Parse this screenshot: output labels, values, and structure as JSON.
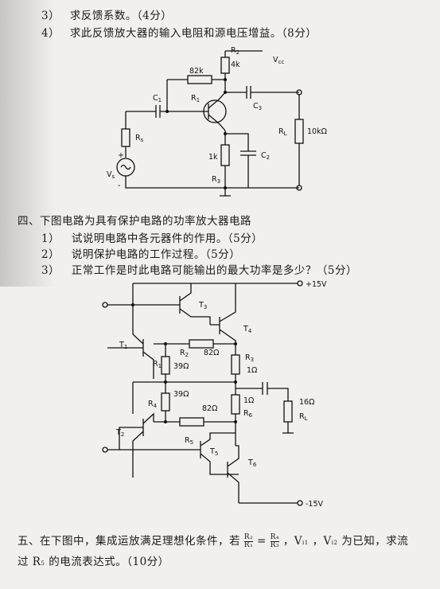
{
  "q4_header": {
    "item3": "3）",
    "item3_text": "求反馈系数。（4分）",
    "item4": "4）",
    "item4_text": "求此反馈放大器的输入电阻和源电压增益。（8分）"
  },
  "circuit1": {
    "R2": "R",
    "R2_sub": "2",
    "R2_val": "4k",
    "Vcc": "V",
    "Vcc_sub": "cc",
    "Rb": "82k",
    "C1": "C",
    "C1_sub": "1",
    "R1": "R",
    "R1_sub": "1",
    "C3": "C",
    "C3_sub": "3",
    "Rs": "R",
    "Rs_sub": "s",
    "RL": "R",
    "RL_sub": "L",
    "RL_val": "10kΩ",
    "plus": "+",
    "Vs": "V",
    "Vs_sub": "s",
    "minus": "-",
    "Re": "1k",
    "C2": "C",
    "C2_sub": "2",
    "R3": "R",
    "R3_sub": "3"
  },
  "q5_section": {
    "title": "四、下图电路为具有保护电路的功率放大器电路",
    "item1_no": "1）",
    "item1": "试说明电路中各元器件的作用。（5分）",
    "item2_no": "2）",
    "item2": "说明保护电路的工作过程。（5分）",
    "item3_no": "3）",
    "item3": "正常工作是时此电路可能输出的最大功率是多少？（5分）"
  },
  "circuit2": {
    "vpos": "+15V",
    "vneg": "-15V",
    "T1": "T",
    "T1_sub": "1",
    "T2": "T",
    "T2_sub": "2",
    "T3": "T",
    "T3_sub": "3",
    "T4": "T",
    "T4_sub": "4",
    "T5": "T",
    "T5_sub": "5",
    "T6": "T",
    "T6_sub": "6",
    "R1": "R",
    "R1_sub": "1",
    "R1_val": "39Ω",
    "R2": "R",
    "R2_sub": "2",
    "R2_val": "82Ω",
    "R3": "R",
    "R3_sub": "3",
    "R3_val": "1Ω",
    "R4": "R",
    "R4_sub": "4",
    "R4_val": "39Ω",
    "R5": "R",
    "R5_sub": "5",
    "R5_val": "82Ω",
    "R6": "R",
    "R6_sub": "6",
    "R6_val": "1Ω",
    "RL": "R",
    "RL_sub": "L",
    "RL_val": "16Ω"
  },
  "q6_section": {
    "line1_a": "五、在下图中，集成运放满足理想化条件，若",
    "frac1_num": "R₂",
    "frac1_den": "R₁",
    "eq": "=",
    "frac2_num": "R₄",
    "frac2_den": "R₃",
    "sep1": "，V",
    "v1_sub": "i1",
    "sep2": "，V",
    "v2_sub": "i2",
    "line1_b": "为已知，求流",
    "line2_a": "过 R",
    "line2_sub": "5",
    "line2_b": "的电流表达式。（10分）"
  }
}
